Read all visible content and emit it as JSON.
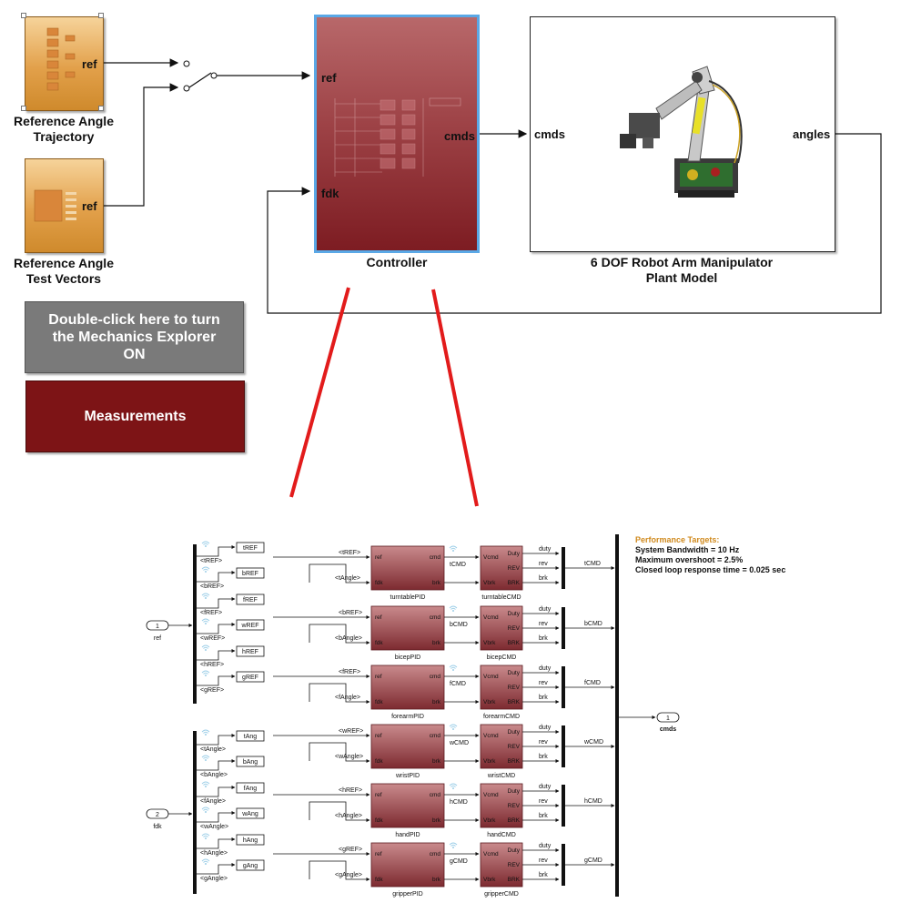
{
  "top": {
    "source_blocks": [
      {
        "label_line1": "Reference Angle",
        "label_line2": "Trajectory",
        "port": "ref"
      },
      {
        "label_line1": "Reference Angle",
        "label_line2": "Test Vectors",
        "port": "ref"
      }
    ],
    "controller": {
      "label": "Controller",
      "in_ports": [
        "ref",
        "fdk"
      ],
      "out_port": "cmds"
    },
    "plant": {
      "label_line1": "6 DOF Robot Arm Manipulator",
      "label_line2": "Plant Model",
      "in_port": "cmds",
      "out_port": "angles"
    },
    "mech_button": {
      "line1": "Double-click here to turn",
      "line2": "the Mechanics Explorer",
      "line3": "ON"
    },
    "measurements_button": "Measurements"
  },
  "sub": {
    "inports": [
      {
        "num": "1",
        "name": "ref"
      },
      {
        "num": "2",
        "name": "fdk"
      }
    ],
    "outport": {
      "num": "1",
      "name": "cmds"
    },
    "ref_gotos": [
      "tREF",
      "bREF",
      "fREF",
      "wREF",
      "hREF",
      "gREF"
    ],
    "ref_sel": [
      "<tREF>",
      "<bREF>",
      "<fREF>",
      "<wREF>",
      "<hREF>",
      "<gREF>"
    ],
    "ang_gotos": [
      "tAng",
      "bAng",
      "fAng",
      "wAng",
      "hAng",
      "gAng"
    ],
    "ang_sel": [
      "<tAngle>",
      "<bAngle>",
      "<fAngle>",
      "<wAngle>",
      "<hAngle>",
      "<gAngle>"
    ],
    "pid_blocks": [
      {
        "name": "turntablePID",
        "ref_sig": "<tREF>",
        "fdk_sig": "<tAngle>",
        "cmd_sig": "tCMD",
        "cmd_block": "turntableCMD",
        "out": "tCMD"
      },
      {
        "name": "bicepPID",
        "ref_sig": "<bREF>",
        "fdk_sig": "<bAngle>",
        "cmd_sig": "bCMD",
        "cmd_block": "bicepCMD",
        "out": "bCMD"
      },
      {
        "name": "forearmPID",
        "ref_sig": "<fREF>",
        "fdk_sig": "<fAngle>",
        "cmd_sig": "fCMD",
        "cmd_block": "forearmCMD",
        "out": "fCMD"
      },
      {
        "name": "wristPID",
        "ref_sig": "<wREF>",
        "fdk_sig": "<wAngle>",
        "cmd_sig": "wCMD",
        "cmd_block": "wristCMD",
        "out": "wCMD"
      },
      {
        "name": "handPID",
        "ref_sig": "<hREF>",
        "fdk_sig": "<hAngle>",
        "cmd_sig": "hCMD",
        "cmd_block": "handCMD",
        "out": "hCMD"
      },
      {
        "name": "gripperPID",
        "ref_sig": "<gREF>",
        "fdk_sig": "<gAngle>",
        "cmd_sig": "gCMD",
        "cmd_block": "gripperCMD",
        "out": "gCMD"
      }
    ],
    "pid_ports": {
      "ref": "ref",
      "fdk": "fdk",
      "cmd": "cmd",
      "brk": "brk"
    },
    "cmd_ports": {
      "vcmd": "Vcmd",
      "vbrk": "Vbrk",
      "duty": "Duty",
      "rev": "REV",
      "brk": "BRK"
    },
    "cmd_out_sigs": [
      "duty",
      "rev",
      "brk"
    ],
    "perf": {
      "title": "Performance Targets:",
      "line1": "System Bandwidth = 10 Hz",
      "line2": "Maximum overshoot = 2.5%",
      "line3": "Closed loop response time = 0.025 sec"
    }
  },
  "colors": {
    "controller": "#9e4347",
    "measurements": "#7d1416",
    "source": "#e2a04a",
    "zoom_lines": "#e21b1b",
    "highlight": "#5aa8e6"
  }
}
